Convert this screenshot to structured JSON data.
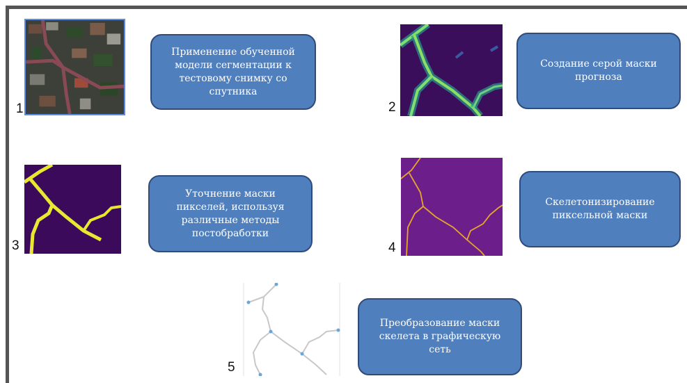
{
  "steps": [
    {
      "number": "1",
      "text": "Применение обученной модели сегментации к тестовому снимку со спутника",
      "image": "satellite-image"
    },
    {
      "number": "2",
      "text": "Создание серой маски прогноза",
      "image": "grayscale-prediction-mask"
    },
    {
      "number": "3",
      "text": "Уточнение маски пикселей, используя различные методы постобработки",
      "image": "refined-pixel-mask"
    },
    {
      "number": "4",
      "text": "Скелетонизирование пиксельной маски",
      "image": "skeleton-mask"
    },
    {
      "number": "5",
      "text": "Преобразование маски скелета в графическую сеть",
      "image": "graph-network"
    }
  ],
  "colors": {
    "box_fill": "#4f7fbd",
    "box_border": "#2f4b7a",
    "mask_background": "#3b0a5a",
    "mask_road": "#e8e832",
    "skeleton_background": "#6c1f8a",
    "skeleton_line": "#e8a52a",
    "graph_edge": "#c8c8c8",
    "graph_node": "#6aa7d8"
  }
}
